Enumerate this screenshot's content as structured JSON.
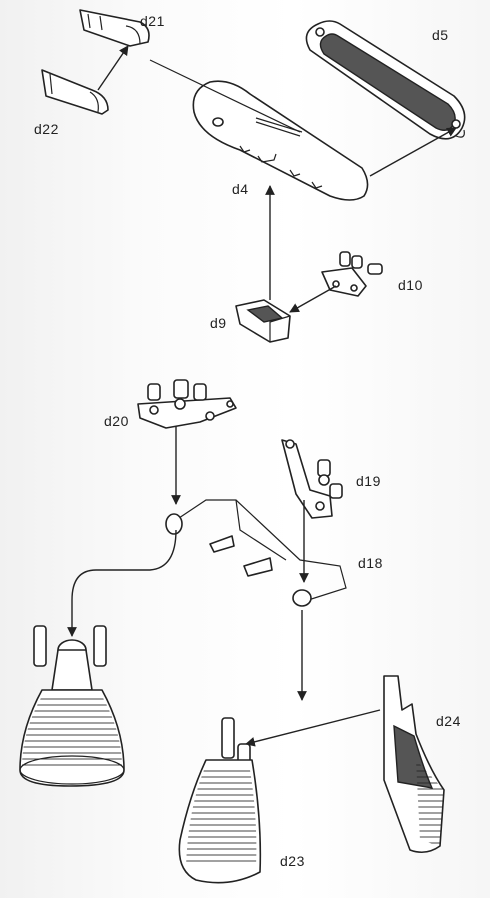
{
  "labels": {
    "d21": "d21",
    "d5": "d5",
    "d22": "d22",
    "d4": "d4",
    "d10": "d10",
    "d9": "d9",
    "d20": "d20",
    "d19": "d19",
    "d18": "d18",
    "d24": "d24",
    "d23": "d23"
  }
}
